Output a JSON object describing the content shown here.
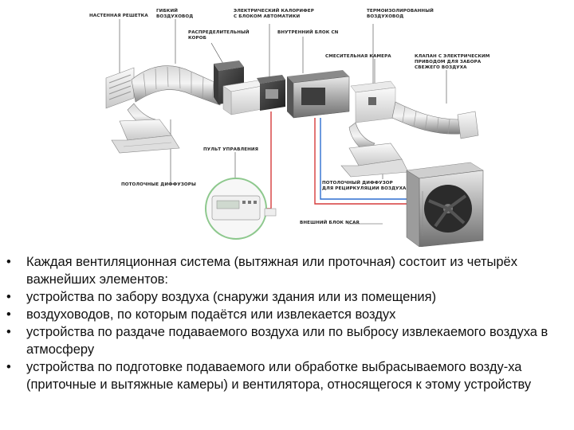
{
  "diagram": {
    "labels": {
      "vent_grille": "НАСТЕННАЯ РЕШЕТКА",
      "flex_duct": "ГИБКИЙ\nВОЗДУХОВОД",
      "heater": "ЭЛЕКТРИЧЕСКИЙ КАЛОРИФЕР\nС БЛОКОМ АВТОМАТИКИ",
      "insulated_duct": "ТЕРМОИЗОЛИРОВАННЫЙ\nВОЗДУХОВОД",
      "dist_box": "РАСПРЕДЕЛИТЕЛЬНЫЙ\nКОРОБ",
      "indoor_unit": "ВНУТРЕННИЙ БЛОК CN",
      "mixing_chamber": "СМЕСИТЕЛЬНАЯ КАМЕРА",
      "valve": "КЛАПАН С ЭЛЕКТРИЧЕСКИМ\nПРИВОДОМ ДЛЯ ЗАБОРА\nСВЕЖЕГО ВОЗДУХА",
      "control_panel": "ПУЛЬТ УПРАВЛЕНИЯ",
      "ceiling_diffusers": "ПОТОЛОЧНЫЕ ДИФФУЗОРЫ",
      "recirc_diffuser": "ПОТОЛОЧНЫЙ ДИФФУЗОР\nДЛЯ РЕЦИРКУЛЯЦИИ ВОЗДУХА",
      "outdoor_unit": "ВНЕШНИЙ БЛОК NCAR"
    }
  },
  "bullets": [
    "Каждая вентиляционная система (вытяжная или проточная) состоит из четырёх важнейших элементов:",
    "устройства по забору воздуха (снаружи здания или из помещения)",
    "воздуховодов,  по которым подаётся или извлекается воздух",
    "устройства по раздаче подаваемого воздуха или по выбросу извлекаемого воздуха в атмосферу",
    "устройства по подготовке подаваемого или обработке выбрасываемого возду-ха (приточные и вытяжные камеры) и вентилятора, относящегося к этому устройству"
  ]
}
